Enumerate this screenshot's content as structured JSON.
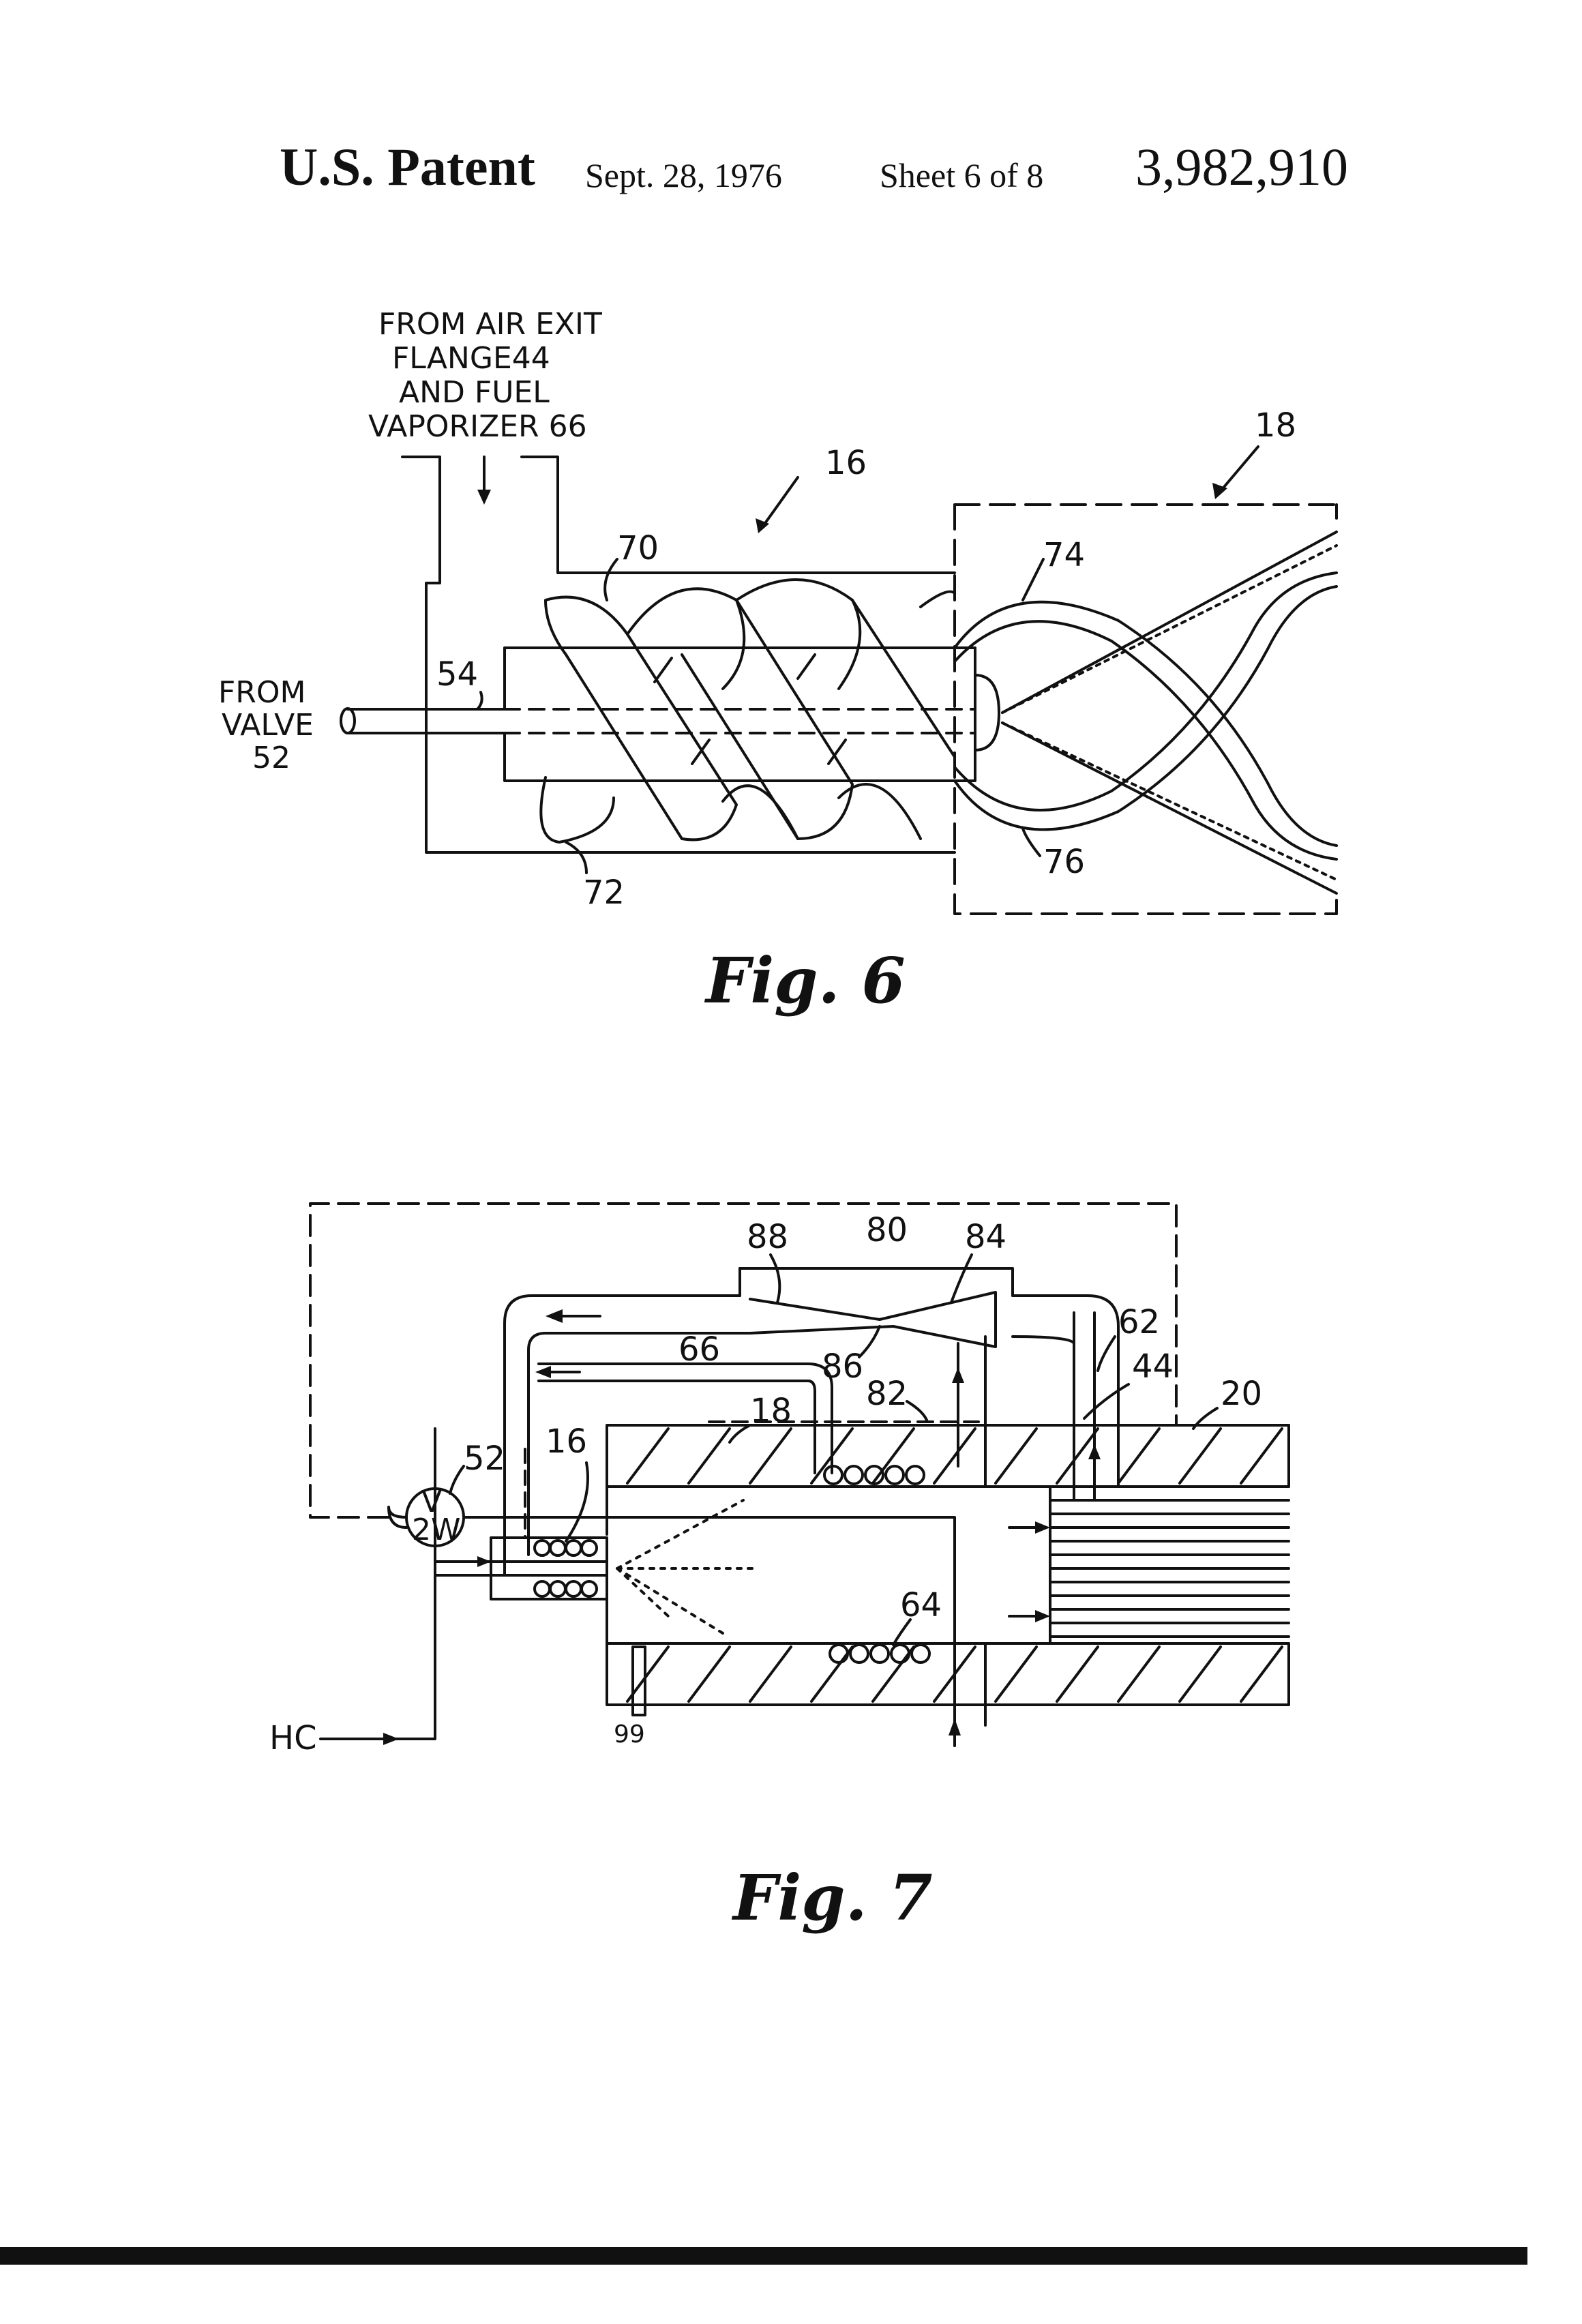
{
  "header": {
    "title": "U.S. Patent",
    "date": "Sept. 28, 1976",
    "sheet": "Sheet 6 of 8",
    "patent_number": "3,982,910"
  },
  "fig6": {
    "note_lines": [
      "FROM AIR EXIT",
      "FLANGE44",
      "AND FUEL",
      "VAPORIZER 66"
    ],
    "from_valve_lines": [
      "FROM",
      "VALVE",
      "52"
    ],
    "refs": {
      "r16": "16",
      "r18": "18",
      "r70": "70",
      "r74": "74",
      "r54": "54",
      "r72": "72",
      "r76": "76"
    },
    "caption": "Fig. 6"
  },
  "fig7": {
    "refs": {
      "r88": "88",
      "r80": "80",
      "r84": "84",
      "r62": "62",
      "r44": "44",
      "r66": "66",
      "r86": "86",
      "r82": "82",
      "r20": "20",
      "r18": "18",
      "r16": "16",
      "r64": "64",
      "r52": "52",
      "r99": "99"
    },
    "valve_text": [
      "V",
      "2W"
    ],
    "hc_label": "HC",
    "caption": "Fig. 7"
  }
}
